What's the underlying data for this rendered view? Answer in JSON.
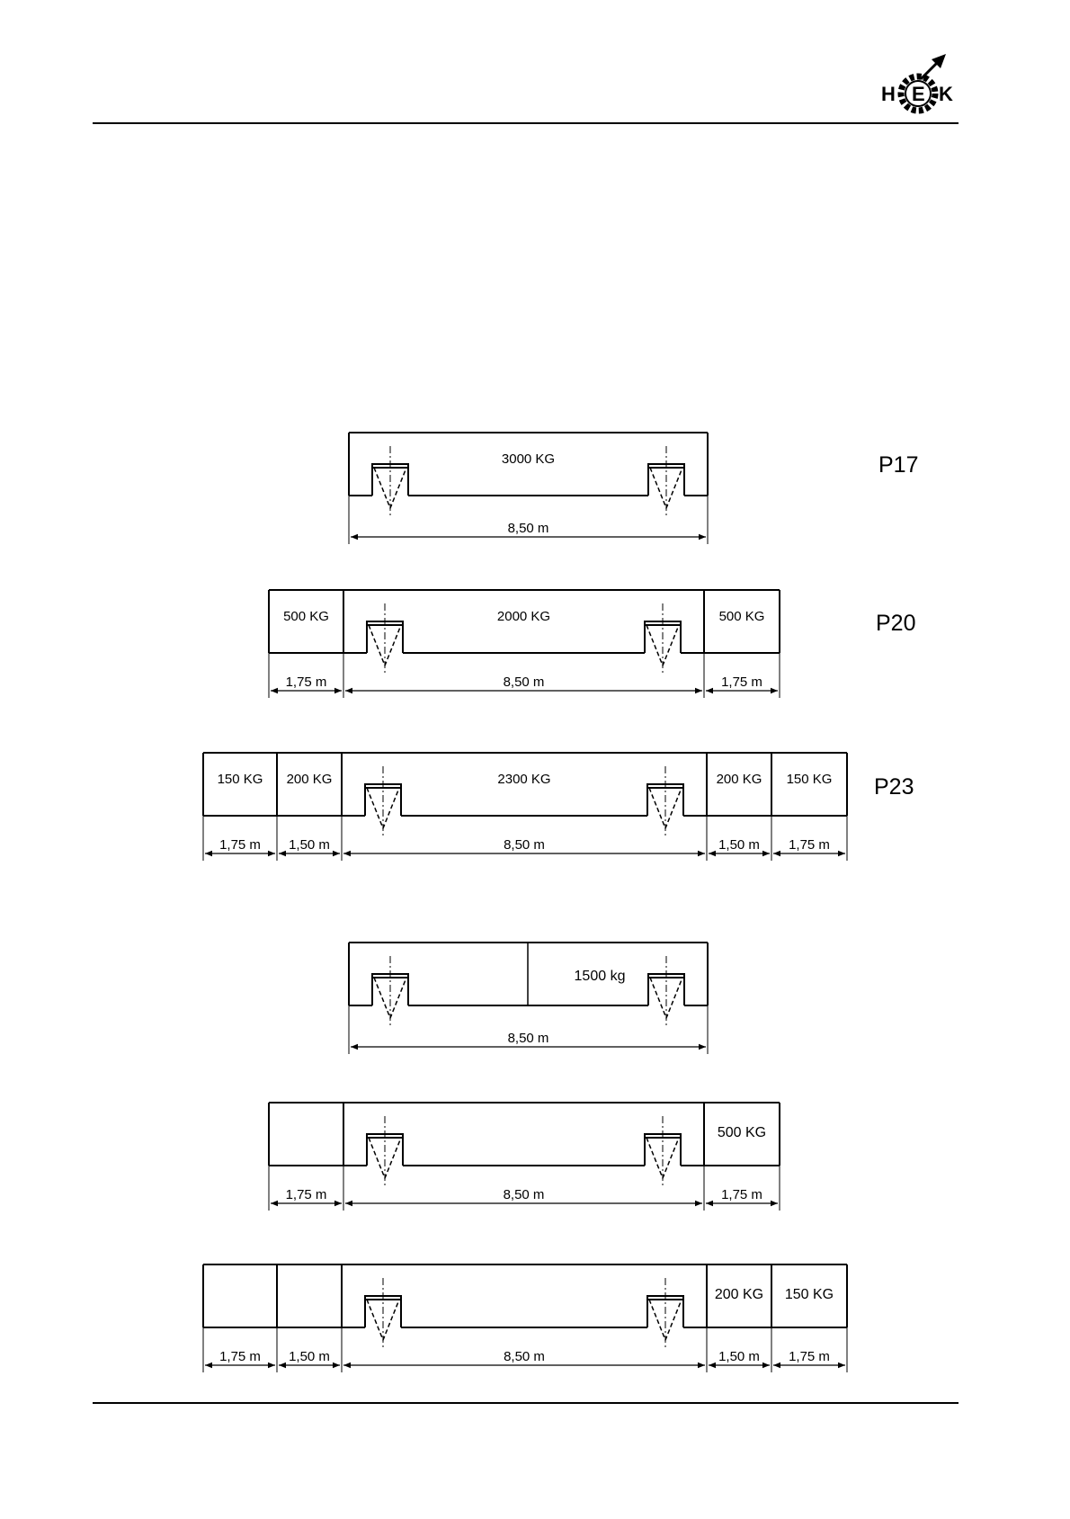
{
  "header": {
    "logo_letters": [
      "H",
      "E",
      "K"
    ],
    "logo_colors": {
      "ink": "#000000",
      "paper": "#ffffff"
    }
  },
  "diagrams": [
    {
      "id": "P17",
      "tag": "P17",
      "segments": [
        {
          "width": "8,50 m",
          "load": "3000 KG",
          "main": true
        }
      ]
    },
    {
      "id": "P20",
      "tag": "P20",
      "segments": [
        {
          "width": "1,75 m",
          "load": "500 KG"
        },
        {
          "width": "8,50 m",
          "load": "2000 KG",
          "main": true
        },
        {
          "width": "1,75 m",
          "load": "500 KG"
        }
      ]
    },
    {
      "id": "P23",
      "tag": "P23",
      "segments": [
        {
          "width": "1,75 m",
          "load": "150 KG"
        },
        {
          "width": "1,50 m",
          "load": "200 KG"
        },
        {
          "width": "8,50 m",
          "load": "2300 KG",
          "main": true
        },
        {
          "width": "1,50 m",
          "load": "200 KG"
        },
        {
          "width": "1,75 m",
          "load": "150 KG"
        }
      ]
    },
    {
      "id": "asym-1",
      "tag": "",
      "segments": [
        {
          "width": "8,50 m",
          "load": "1500 kg",
          "main": true,
          "split_half": true
        }
      ]
    },
    {
      "id": "asym-2",
      "tag": "",
      "segments": [
        {
          "width": "1,75 m",
          "load": ""
        },
        {
          "width": "8,50 m",
          "load": "",
          "main": true
        },
        {
          "width": "1,75 m",
          "load": "500 KG"
        }
      ]
    },
    {
      "id": "asym-3",
      "tag": "",
      "segments": [
        {
          "width": "1,75 m",
          "load": ""
        },
        {
          "width": "1,50 m",
          "load": ""
        },
        {
          "width": "8,50 m",
          "load": "",
          "main": true
        },
        {
          "width": "1,50 m",
          "load": "200 KG"
        },
        {
          "width": "1,75 m",
          "load": "150 KG"
        }
      ]
    }
  ]
}
